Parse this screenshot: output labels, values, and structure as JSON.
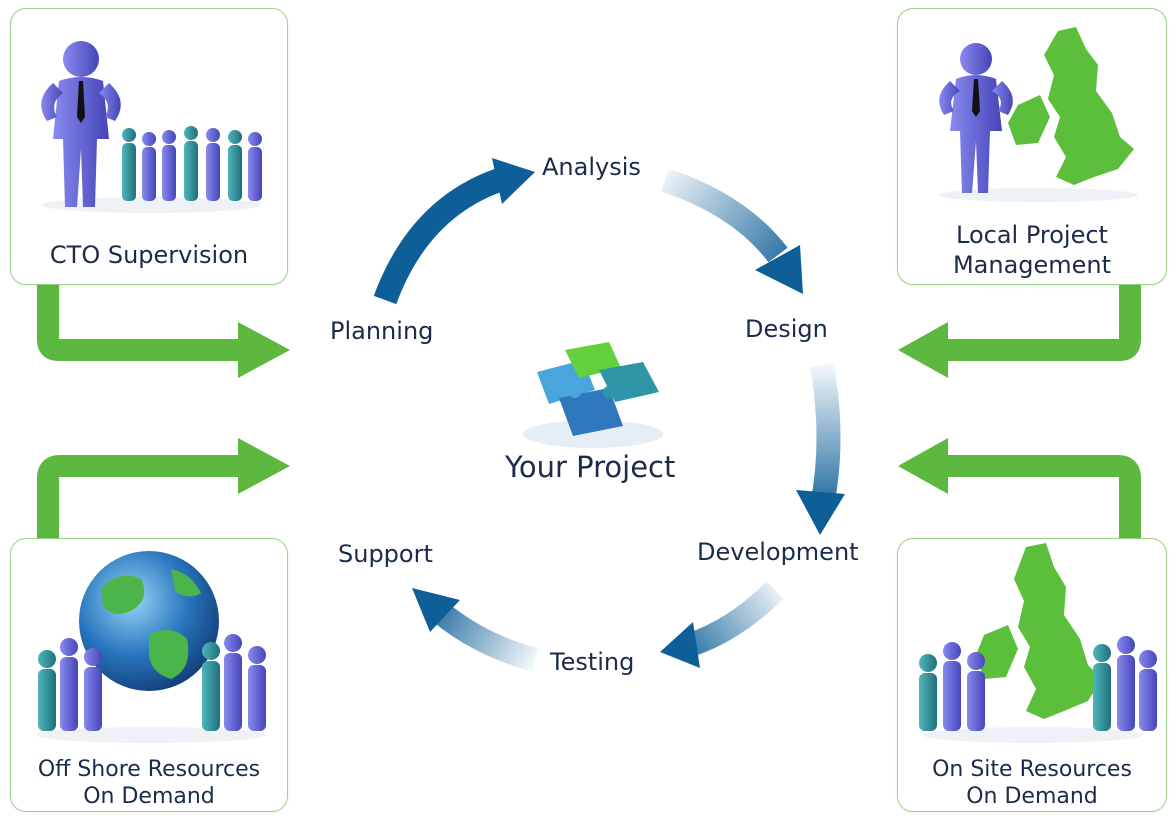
{
  "center": {
    "label": "Your Project",
    "icon": "puzzle-icon"
  },
  "cycle": {
    "stages": [
      "Analysis",
      "Design",
      "Development",
      "Testing",
      "Support",
      "Planning"
    ],
    "arrow_color": "#0e5f97"
  },
  "cards": {
    "cto": {
      "label_lines": [
        "CTO Supervision"
      ],
      "icon": "team-leader-icon"
    },
    "local_pm": {
      "label_lines": [
        "Local Project",
        "Management"
      ],
      "icon": "uk-map-manager-icon"
    },
    "offshore": {
      "label_lines": [
        "Off Shore Resources",
        "On Demand"
      ],
      "icon": "globe-team-icon"
    },
    "onsite": {
      "label_lines": [
        "On Site Resources",
        "On Demand"
      ],
      "icon": "uk-map-team-icon"
    }
  },
  "colors": {
    "green_arrow": "#5cb83f",
    "card_border": "#9bd28a",
    "text": "#1a2c4a",
    "people": "#6a6ad8",
    "people_teal": "#2f8f97"
  }
}
